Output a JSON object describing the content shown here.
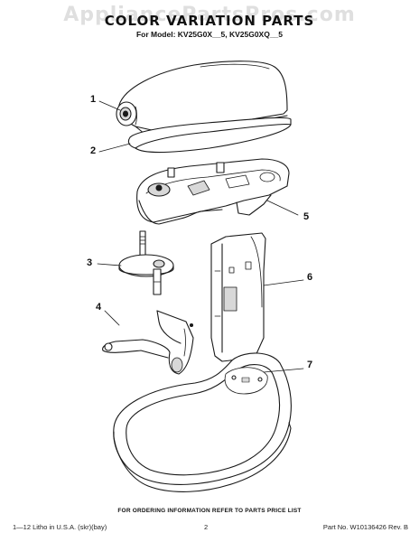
{
  "watermark": "AppliancePartsPros.com",
  "title": "COLOR VARIATION PARTS",
  "model_line": "For Model: KV25G0X__5, KV25G0XQ__5",
  "callouts": [
    "1",
    "2",
    "3",
    "4",
    "5",
    "6",
    "7"
  ],
  "ordering_note": "FOR ORDERING INFORMATION REFER TO PARTS PRICE LIST",
  "footer": {
    "left": "1—12 Litho in U.S.A. (skr)(bay)",
    "center": "2",
    "right": "Part No. W10136426 Rev. B"
  },
  "colors": {
    "line": "#1a1a1a",
    "fill": "#ffffff",
    "shade": "#d8d8d8",
    "watermark": "#8c8c8c"
  }
}
